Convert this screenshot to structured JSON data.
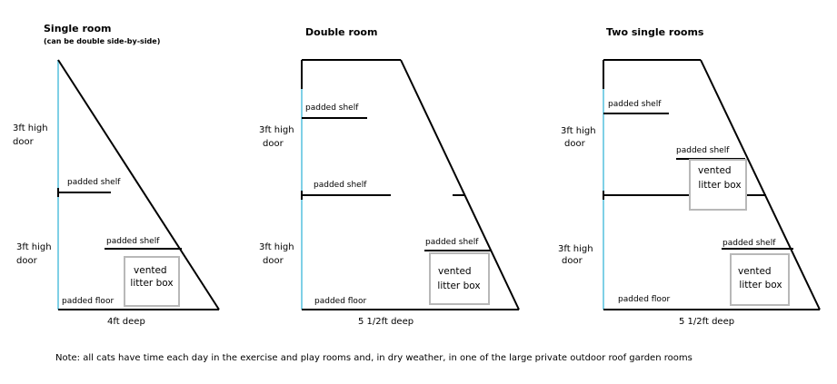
{
  "panels": [
    {
      "title": "Single room",
      "subtitle": "(can be double side-by-side)",
      "upper_door": "3ft high\ndoor",
      "lower_door": "3ft high\ndoor",
      "upper_shelf": "padded shelf",
      "lower_shelf": "padded shelf",
      "litter_box": "vented\nlitter box",
      "floor": "padded floor",
      "depth": "4ft deep"
    },
    {
      "title": "Double room",
      "upper_door": "3ft high\ndoor",
      "lower_door": "3ft high\ndoor",
      "top_shelf": "padded shelf",
      "mid_shelf": "padded shelf",
      "lower_shelf": "padded shelf",
      "litter_box": "vented\nlitter box",
      "floor": "padded floor",
      "depth": "5 1/2ft deep"
    },
    {
      "title": "Two single rooms",
      "upper_door": "3ft high\ndoor",
      "lower_door": "3ft high\ndoor",
      "top_shelf": "padded shelf",
      "upper_shelf": "padded shelf",
      "lower_shelf": "padded shelf",
      "upper_litter_box": "vented\nlitter box",
      "lower_litter_box": "vented\nlitter box",
      "floor": "padded floor",
      "depth": "5 1/2ft deep"
    }
  ],
  "note": "Note: all cats have time each day in the exercise and play rooms and, in dry weather, in one of the large private outdoor roof garden rooms",
  "colors": {
    "door_line": "#7fd0e6",
    "wall_line": "#000000",
    "litter_box_border": "#b8b8b8"
  }
}
